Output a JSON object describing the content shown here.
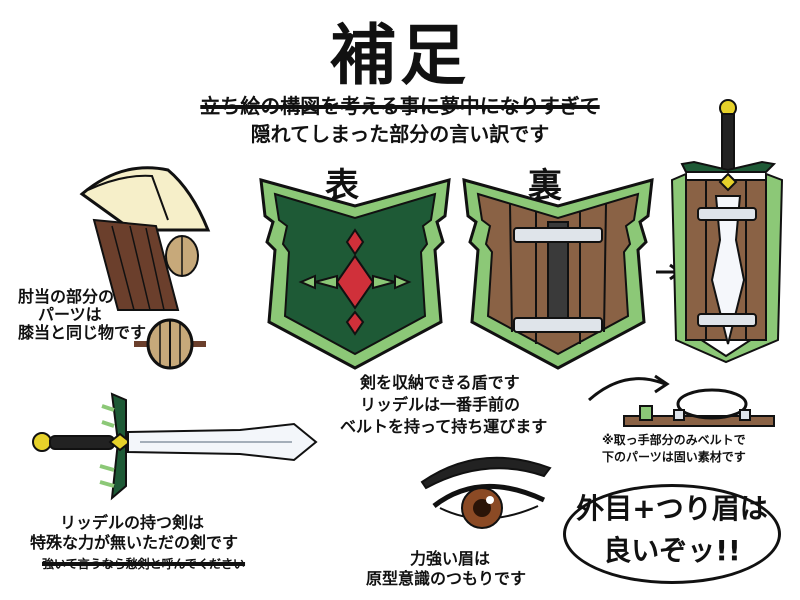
{
  "title": "補足",
  "subtitle": {
    "line1": "立ち絵の構図を考える事に夢中になりすぎて",
    "line2": "隠れてしまった部分の言い訳です"
  },
  "shield": {
    "front_label": "表",
    "back_label": "裏",
    "caption": [
      "剣を収納できる盾です",
      "リッデルは一番手前の",
      "ベルトを持って持ち運びます"
    ]
  },
  "elbow": {
    "caption": [
      "肘当の部分の",
      "パーツは",
      "膝当と同じ物です"
    ]
  },
  "sword": {
    "caption": [
      "リッデルの持つ剣は",
      "特殊な力が無いただの剣です"
    ],
    "struck_note": "強いて言うなら愁剣と呼んでください"
  },
  "grip": {
    "note": [
      "※取っ手部分のみベルトで",
      "下のパーツは固い素材です"
    ]
  },
  "eye": {
    "caption": [
      "力強い眉は",
      "原型意識のつもりです"
    ]
  },
  "speech": {
    "lines": [
      "外目+つり眉は",
      "良いぞッ!!"
    ]
  },
  "colors": {
    "shield_green": "#1e5a36",
    "trim_green": "#8cc877",
    "wood": "#8a6245",
    "gem_red": "#d0303a",
    "hilt_gold": "#e6d12a"
  }
}
